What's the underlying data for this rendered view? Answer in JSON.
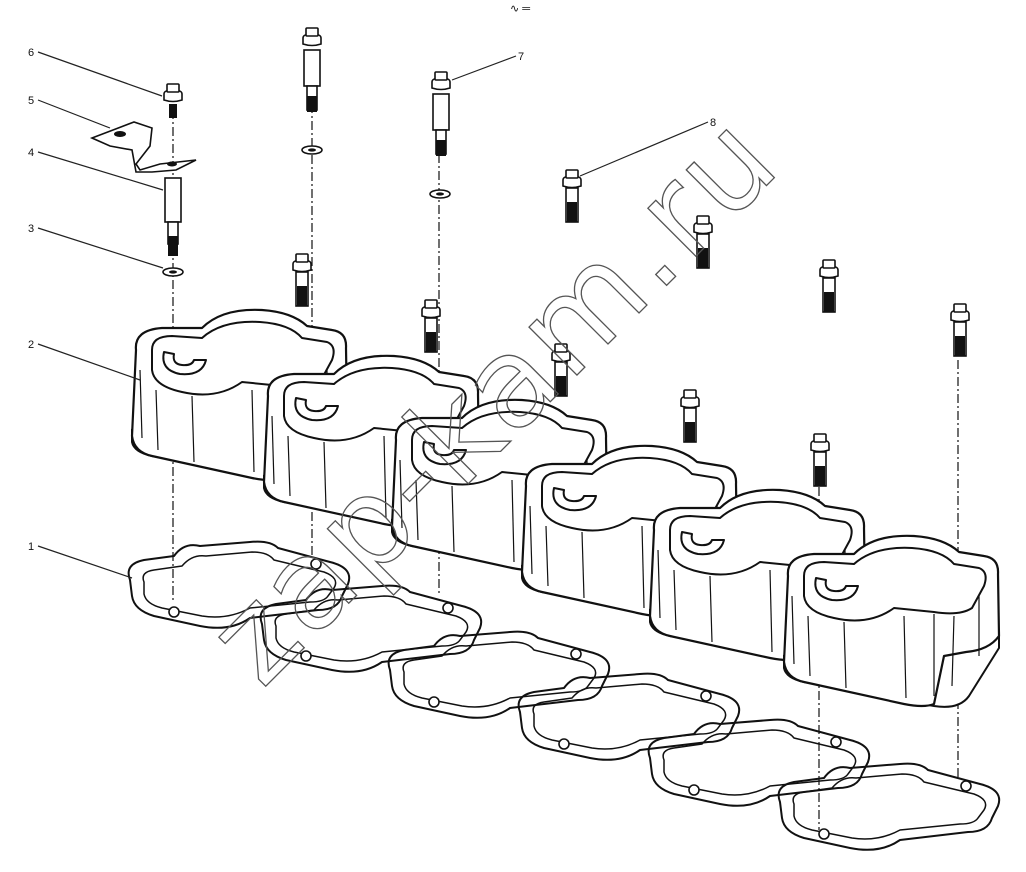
{
  "header_mark": "∿ ═",
  "callouts": [
    {
      "id": "callout-1",
      "text": "1"
    },
    {
      "id": "callout-2",
      "text": "2"
    },
    {
      "id": "callout-3",
      "text": "3"
    },
    {
      "id": "callout-4",
      "text": "4"
    },
    {
      "id": "callout-5",
      "text": "5"
    },
    {
      "id": "callout-6",
      "text": "6"
    },
    {
      "id": "callout-7",
      "text": "7"
    },
    {
      "id": "callout-8",
      "text": "8"
    }
  ],
  "watermark": "zap-kam.ru"
}
